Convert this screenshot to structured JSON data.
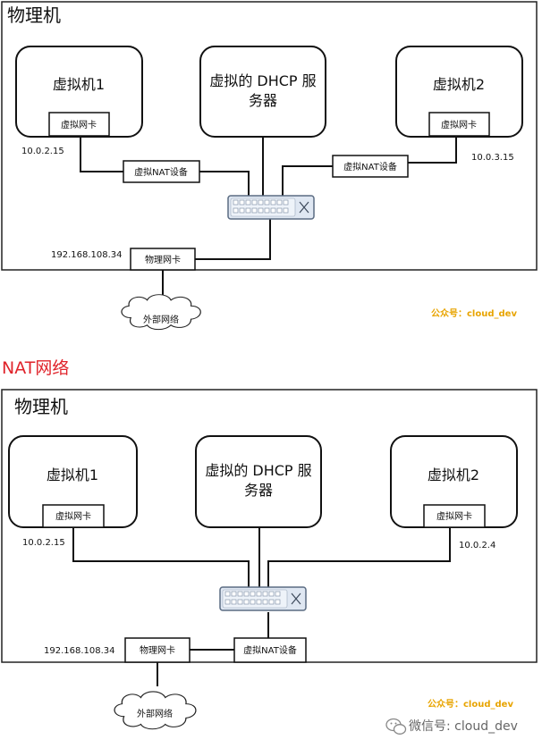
{
  "top": {
    "title": "物理机",
    "vm1": {
      "label": "虚拟机1",
      "nic": "虚拟网卡",
      "ip": "10.0.2.15"
    },
    "dhcp": {
      "line1": "虚拟的 DHCP 服",
      "line2": "务器"
    },
    "vm2": {
      "label": "虚拟机2",
      "nic": "虚拟网卡",
      "ip": "10.0.3.15"
    },
    "nat_left": "虚拟NAT设备",
    "nat_right": "虚拟NAT设备",
    "phys_nic": "物理网卡",
    "phys_ip": "192.168.108.34",
    "external": "外部网络",
    "watermark": "公众号：cloud_dev"
  },
  "section_label": "NAT网络",
  "bottom": {
    "title": "物理机",
    "vm1": {
      "label": "虚拟机1",
      "nic": "虚拟网卡",
      "ip": "10.0.2.15"
    },
    "dhcp": {
      "line1": "虚拟的 DHCP 服",
      "line2": "务器"
    },
    "vm2": {
      "label": "虚拟机2",
      "nic": "虚拟网卡",
      "ip": "10.0.2.4"
    },
    "phys_nic": "物理网卡",
    "phys_ip": "192.168.108.34",
    "nat": "虚拟NAT设备",
    "external": "外部网络",
    "watermark": "公众号：cloud_dev"
  },
  "footer": {
    "wechat": "微信号: cloud_dev",
    "wechat_icon": "wechat-icon"
  },
  "colors": {
    "section_label": "#e0242b",
    "watermark": "#e8a400",
    "switch_body": "#dfe7f2"
  }
}
